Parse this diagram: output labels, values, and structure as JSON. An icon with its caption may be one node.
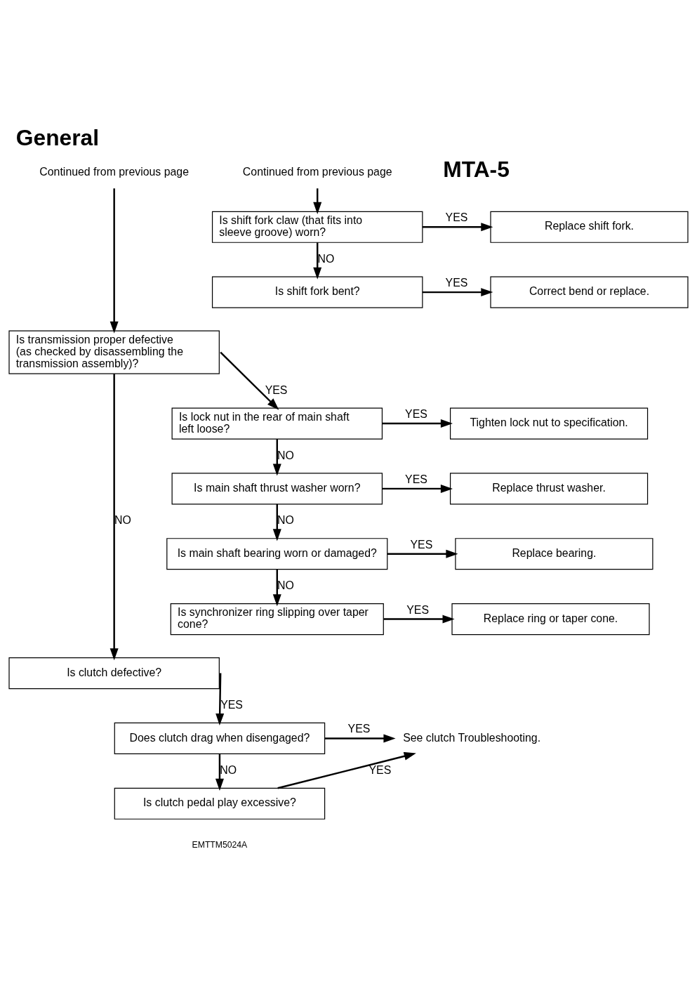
{
  "diagram": {
    "title": "General",
    "nodes": [
      {
        "text": [
          "Continued from previous page"
        ]
      },
      {
        "text": [
          "Continued from previous page"
        ]
      },
      {
        "text": [
          "Is shift fork claw (that fits into sleeve groove) worn?"
        ]
      },
      {
        "text": [
          "Replace shift fork."
        ]
      },
      {
        "text": [
          "Is shift fork bent?"
        ]
      },
      {
        "text": [
          "Correct bend or replace."
        ]
      },
      {
        "text": [
          "Is transmission proper defective (as checked by disassembling the transmission assembly)?"
        ]
      },
      {
        "text": [
          "Is lock nut in the rear of main shaft left loose?"
        ]
      },
      {
        "text": [
          "Tighten lock nut to specification."
        ]
      },
      {
        "text": [
          "Is main shaft thrust washer worn?"
        ]
      },
      {
        "text": [
          "Replace thrust washer."
        ]
      },
      {
        "text": [
          "Is main shaft bearing worn or damaged?"
        ]
      },
      {
        "text": [
          "Replace bearing."
        ]
      },
      {
        "text": [
          "Is synchronizer ring slipping over taper cone?"
        ]
      },
      {
        "text": [
          "Replace ring or taper cone."
        ]
      },
      {
        "text": [
          "Is clutch defective?"
        ]
      },
      {
        "text": [
          "Does clutch drag when disengaged?"
        ]
      },
      {
        "text": [
          "Is clutch pedal play excessive?"
        ]
      },
      {
        "text": [
          "See clutch Troubleshooting."
        ]
      }
    ],
    "edges": [
      {
        "from": 0,
        "to": 6,
        "arrow": "to"
      },
      {
        "from": 1,
        "to": 2,
        "arrow": "to"
      },
      {
        "from": 2,
        "to": 3,
        "arrow": "to",
        "label": "YES"
      },
      {
        "from": 2,
        "to": 4,
        "arrow": "to",
        "label": "NO"
      },
      {
        "from": 4,
        "to": 5,
        "arrow": "to",
        "label": "YES"
      },
      {
        "from": 6,
        "to": 7,
        "arrow": "to",
        "label": "YES"
      },
      {
        "from": 6,
        "to": 15,
        "arrow": "to",
        "label": "NO"
      },
      {
        "from": 7,
        "to": 8,
        "arrow": "to",
        "label": "YES"
      },
      {
        "from": 7,
        "to": 9,
        "arrow": "to",
        "label": "NO"
      },
      {
        "from": 9,
        "to": 10,
        "arrow": "to",
        "label": "YES"
      },
      {
        "from": 9,
        "to": 11,
        "arrow": "to",
        "label": "NO"
      },
      {
        "from": 11,
        "to": 12,
        "arrow": "to",
        "label": "YES"
      },
      {
        "from": 11,
        "to": 13,
        "arrow": "to",
        "label": "NO"
      },
      {
        "from": 13,
        "to": 14,
        "arrow": "to",
        "label": "YES"
      },
      {
        "from": 15,
        "to": 16,
        "arrow": "to",
        "label": "YES"
      },
      {
        "from": 16,
        "to": 18,
        "arrow": "to",
        "label": "YES"
      },
      {
        "from": 16,
        "to": 17,
        "arrow": "to",
        "label": "NO"
      },
      {
        "from": 17,
        "to": 18,
        "arrow": "to",
        "label": "YES"
      }
    ],
    "labels": [
      "MTA-5",
      "EMTTM5024A"
    ]
  }
}
